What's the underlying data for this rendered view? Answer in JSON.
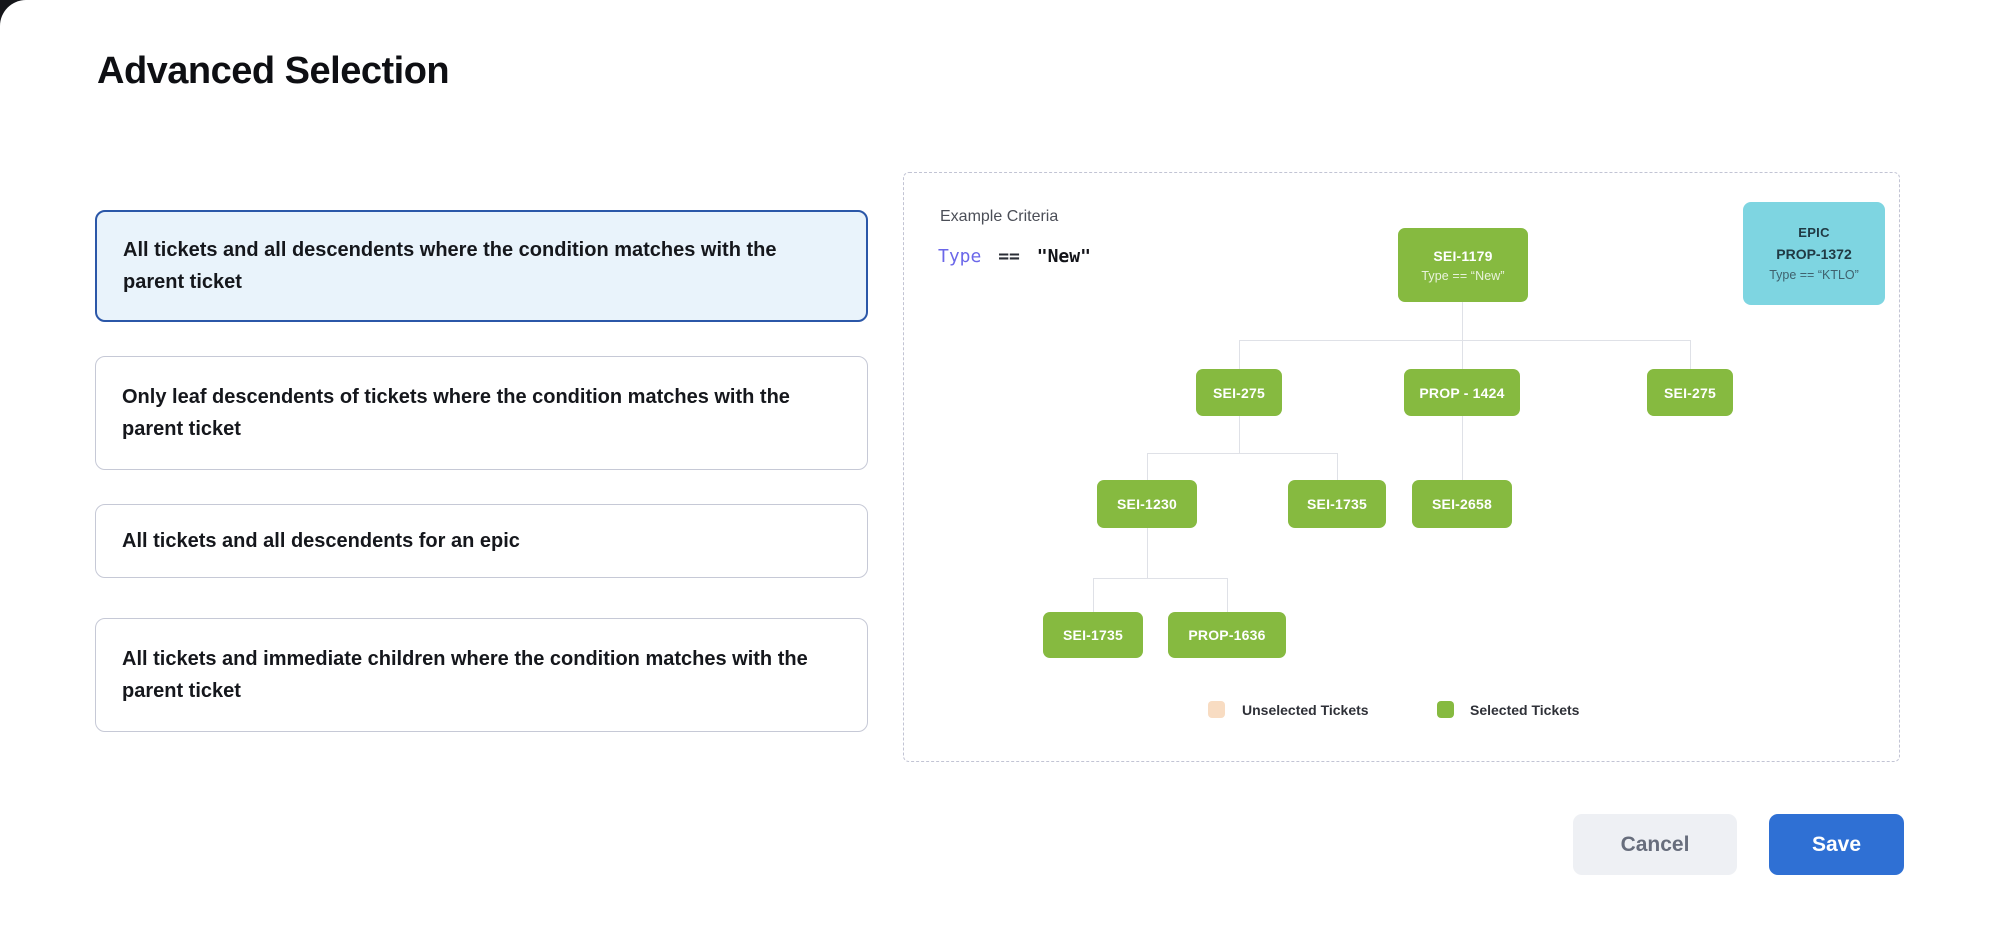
{
  "dialog": {
    "title": "Advanced Selection"
  },
  "options": [
    {
      "label": "All tickets and all descendents where the condition matches with the parent ticket",
      "selected": true
    },
    {
      "label": "Only leaf descendents of tickets where the condition matches with the parent ticket",
      "selected": false
    },
    {
      "label": "All tickets and all descendents for an epic",
      "selected": false
    },
    {
      "label": "All tickets and immediate children where the condition matches with the parent ticket",
      "selected": false
    }
  ],
  "example": {
    "heading": "Example Criteria",
    "criteria": {
      "field": "Type",
      "operator": "==",
      "value": "\"New\""
    },
    "epic_card": {
      "type_label": "EPIC",
      "id": "PROP-1372",
      "criteria": "Type == “KTLO”"
    },
    "tree": {
      "root": {
        "id": "SEI-1179",
        "criteria": "Type == “New”"
      },
      "level2": {
        "0": "SEI-275",
        "1": "PROP - 1424",
        "2": "SEI-275"
      },
      "level3": {
        "0": "SEI-1230",
        "1": "SEI-1735",
        "2": "SEI-2658"
      },
      "level4": {
        "0": "SEI-1735",
        "1": "PROP-1636"
      }
    },
    "legend": [
      {
        "label": "Unselected Tickets",
        "color": "#f8dcc2"
      },
      {
        "label": "Selected Tickets",
        "color": "#86ba40"
      }
    ]
  },
  "footer": {
    "cancel_label": "Cancel",
    "save_label": "Save"
  },
  "colors": {
    "selected_node_green": "#86ba40",
    "unselected_peach": "#f8dcc2",
    "epic_cyan": "#7ed5e1",
    "selected_card_bg": "#e9f3fb",
    "selected_card_border": "#2b57a8",
    "save_blue": "#2f70d4",
    "criteria_field_purple": "#6b67e9"
  }
}
